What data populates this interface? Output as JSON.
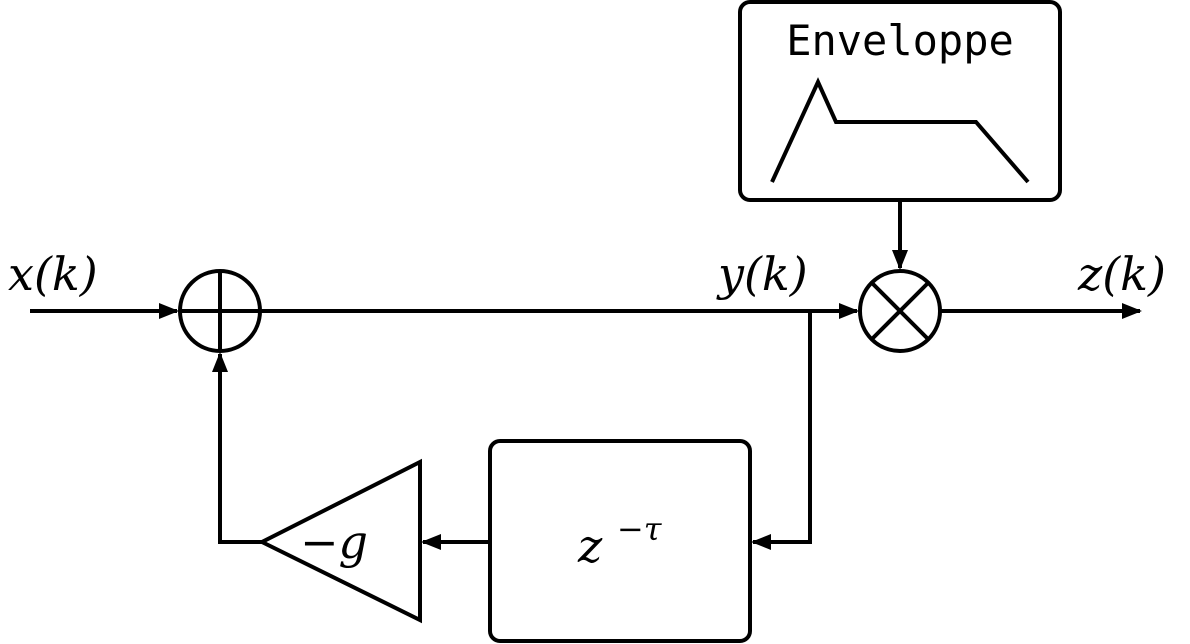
{
  "diagram": {
    "input_label": "x(k)",
    "intermediate_label": "y(k)",
    "output_label": "z(k)",
    "envelope_label": "Enveloppe",
    "delay": {
      "base": "z",
      "exponent": "−τ"
    },
    "gain_label": "−g",
    "adder_symbol": "+",
    "multiplier_symbol": "×"
  }
}
